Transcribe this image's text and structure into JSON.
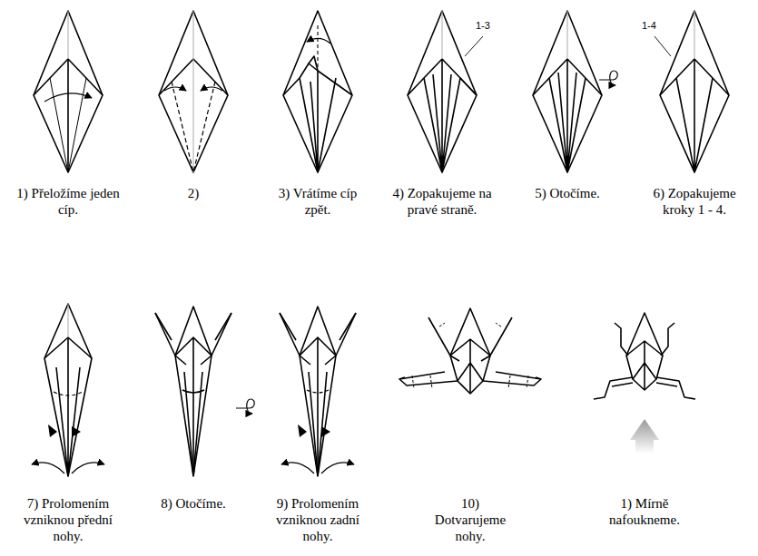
{
  "diagram": {
    "labels": [
      "1-3",
      "1-4",
      "1) Přeložíme jeden cíp.",
      "2)",
      "3) Vrátíme cíp zpět.",
      "4) Zopakujeme na pravé straně.",
      "5) Otočíme.",
      "6) Zopakujeme kroky 1 - 4.",
      "7) Prolomením vzniknou přední nohy.",
      "8) Otočíme.",
      "9) Prolomením vzniknou zadní nohy.",
      "10) Dotvarujeme nohy.",
      "1) Mírně nafoukneme."
    ]
  }
}
